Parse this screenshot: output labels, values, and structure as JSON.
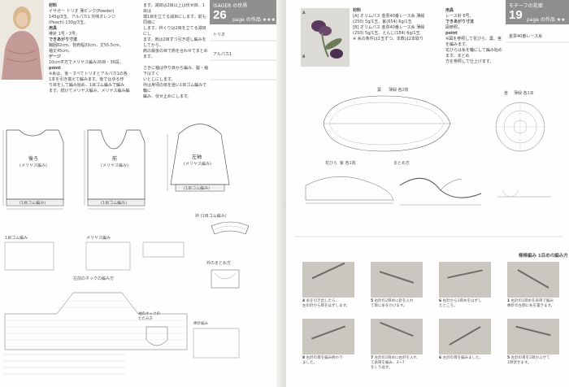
{
  "left_page": {
    "materials_heading": "材料",
    "materials_text": "イサガー トリオ 薄ピンク(Powder)\n145g/3玉、アルパカ1 灰味オレンジ\n(Peach) 130g/3玉。",
    "tools_heading": "用具",
    "tools_text": "棒針 1号・3号。",
    "size_heading": "できあがり寸法",
    "size_text": "胸囲82cm、背肩幅33cm、丈55.5cm、\n袖丈45cm。",
    "gauge_heading": "ゲージ",
    "gauge_text": "10cm平方でメリヤス編み26目・36段。",
    "point_heading": "point",
    "point_text": "※糸は、後・すべてトリオとアルパカ1の各\n1本を引き揃えて編みます。後ではゆる作\n り目をして編み始め、1目ゴム編みで編み\n ます。続けてメリヤス編み、メリヤス編み編",
    "col2_text": "ます。減目は2目以上は伏せ目、1目は\n端1目を立てる減目にします。前も同様に\nします。衿ぐりは2目を立てる減目にし\nます。肩は2目ずつ引き返し編みをしてから、\n肩の最後の目で肩を合わせてまとめます。\n\nさきに袖は作り目から編み、脇・袖下はすく\nいとじにします。\n衿は身頃の目を拾い1目ゴム編みで輪に\n編み、伏せ止めにします。",
    "mag_label": "ISAGER の世界",
    "mag_page_no": "26",
    "mag_page_text": "page の作品 ★★★",
    "mag_row1": "トリオ",
    "mag_row2": "アルパカ1",
    "back_title": "後ろ",
    "back_sub": "(メリヤス編み)",
    "front_title": "前",
    "front_sub": "(メリヤス編み)",
    "sleeve_title": "左袖",
    "sleeve_sub": "(メリヤス編み)",
    "rib_back": "(1目ゴム編み)",
    "rib_front": "(1目ゴム編み)",
    "rib_sleeve": "(1目ゴム編み)",
    "rib_chart_title": "1目ゴム編み",
    "stockinette_title": "メリヤス編み",
    "neck_chart_title": "左前のネックの編み方",
    "collar_title": "衿 (1目ゴム編み)",
    "collar_finish": "衿のまとめ方",
    "neck_fold": "袖のネックの\nたたみ方",
    "stockinette_swatch": "棒針編み"
  },
  "right_page": {
    "materials_heading": "材料",
    "materials_text": "[A] オリムパス 金票40番レース糸 薄緑\n(250) 5g/1玉、紫(654) 6g/1玉\n[B] オリムパス 金票40番レース糸 薄緑\n(250) 5g/1玉、えんじ(184) 6g/1玉\n※ 糸の条件は1玉ずつ、本数は2本取り",
    "tools_heading": "用具",
    "tools_text": "レース針 6号。",
    "size_heading": "できあがり寸法",
    "size_text": "図参照。",
    "point_heading": "point",
    "point_text": "※図を参照して花びら、葉、茎を編みます。\n花びらは糸を輪にして編み始めます。まとめ\n方を参照して仕上げます。",
    "mag_label": "モチーフの花畑",
    "mag_page_no": "19",
    "mag_page_text": "page の作品 ★★",
    "mag_row1": "金票40番レース糸",
    "label_a": "A",
    "label_b": "B",
    "leaf_title": "葉",
    "leaf_sub": "薄緑 各2枚",
    "petal_title": "花びら",
    "petal_sub": "紫 各1枚",
    "stem_title": "茎",
    "stem_sub": "薄緑 各1本",
    "assembly_title": "まとめ方",
    "bottom_title": "棒棒編み 1目めの編み方",
    "steps": [
      {
        "n": "4",
        "text": "糸を引き出したら、\n左の針から目をはずします。"
      },
      {
        "n": "5",
        "text": "右針の2目めに針を入れ\nて目に糸をかけます。"
      },
      {
        "n": "6",
        "text": "右針から1目めをはずし\nたところ。"
      },
      {
        "n": "1",
        "text": "右針の1目めを表目で編み\n棒針の左側に糸を置きます。"
      },
      {
        "n": "8",
        "text": "右針の目を編み終わり\nました。"
      },
      {
        "n": "7",
        "text": "左針の2目めに右針を入れ\nて表目を編み、3〜7\nをくり返す。"
      },
      {
        "n": "6",
        "text": "左針の目を編みました。"
      },
      {
        "n": "5",
        "text": "左針の目を2目かぶせて\n1目伏せます。"
      }
    ]
  },
  "colors": {
    "header_gray": "#8f8f8f",
    "photo_background_left": "#e9e4dc",
    "photo_background_right": "#dcdad4",
    "flower_purple": "#5a3a5e",
    "leaf_green": "#6b7a5a"
  }
}
